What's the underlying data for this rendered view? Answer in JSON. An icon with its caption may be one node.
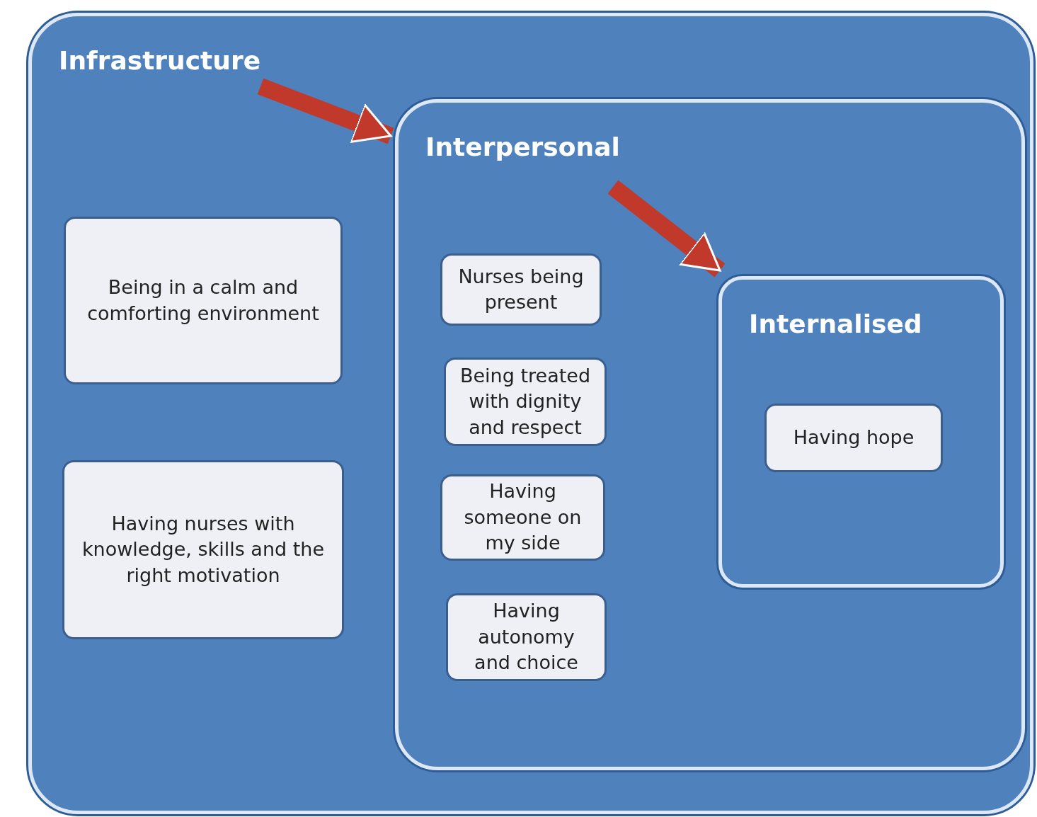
{
  "diagram": {
    "nodes": [
      {
        "text": [
          "Infrastructure"
        ]
      },
      {
        "text": [
          "Being in a calm and comforting environment"
        ],
        "in": 0
      },
      {
        "text": [
          "Having nurses with knowledge, skills and the right motivation"
        ],
        "in": 0
      },
      {
        "text": [
          "Interpersonal"
        ],
        "in": 0
      },
      {
        "text": [
          "Nurses being present"
        ],
        "in": 3
      },
      {
        "text": [
          "Being treated with dignity and respect"
        ],
        "in": 3
      },
      {
        "text": [
          "Having someone on my side"
        ],
        "in": 3
      },
      {
        "text": [
          "Having autonomy and choice"
        ],
        "in": 3
      },
      {
        "text": [
          "Internalised"
        ],
        "in": 3
      },
      {
        "text": [
          "Having hope"
        ],
        "in": 8
      }
    ],
    "edges": [
      {
        "from": null,
        "to": 3,
        "arrow": "to"
      },
      {
        "from": null,
        "to": 8,
        "arrow": "to"
      }
    ]
  }
}
